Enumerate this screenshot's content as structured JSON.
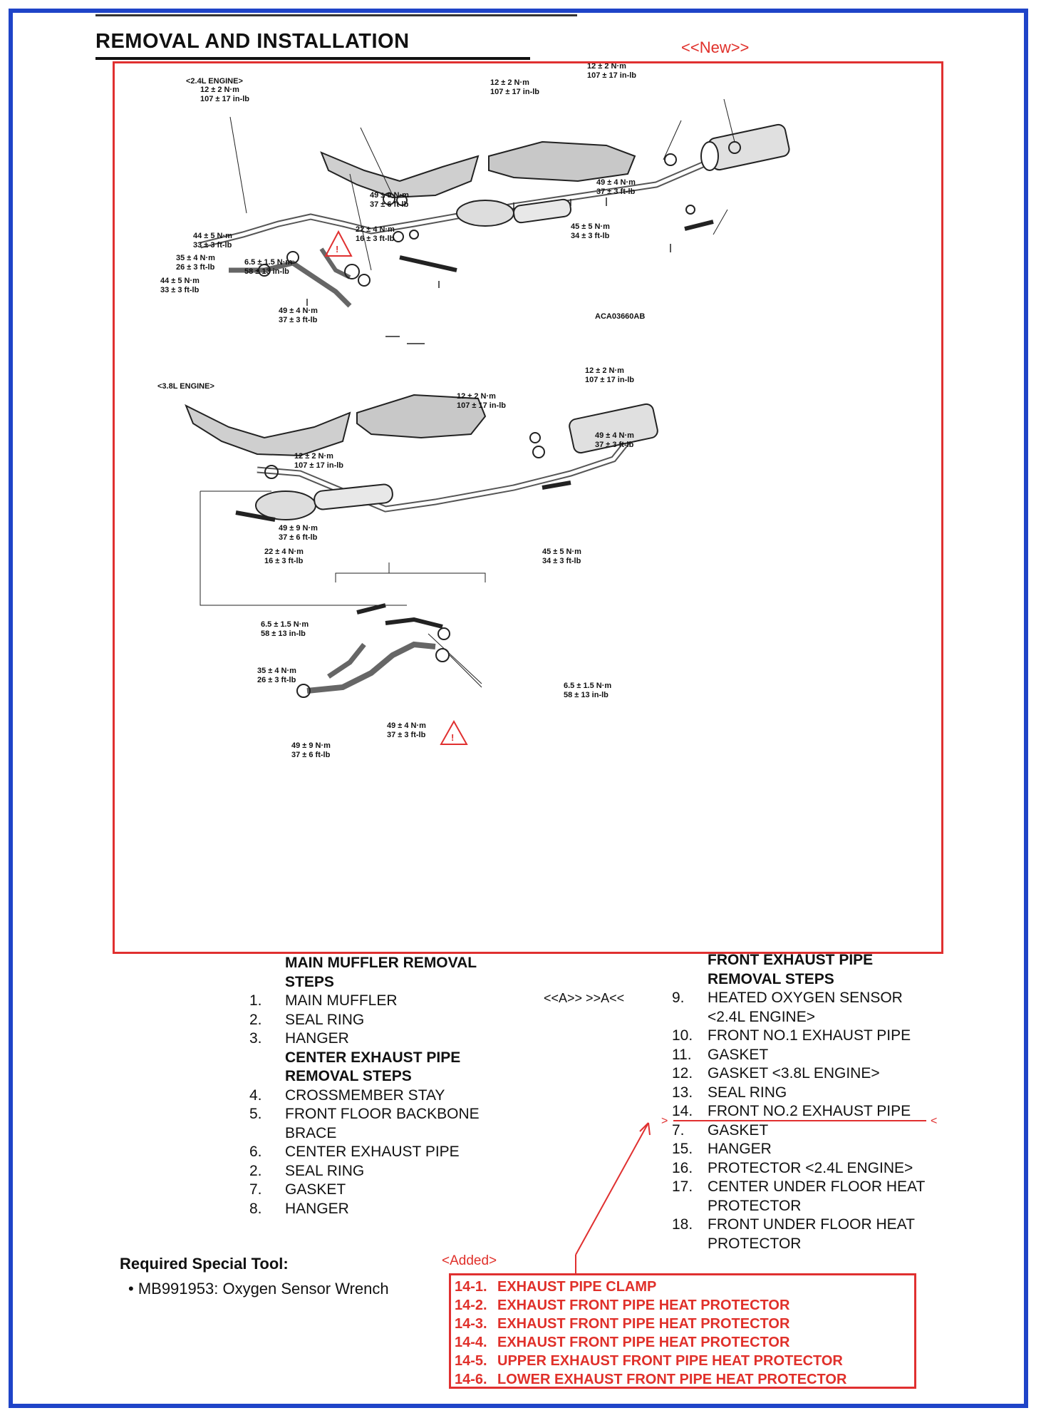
{
  "header": {
    "title": "REMOVAL AND INSTALLATION",
    "new_label": "<<New>>"
  },
  "diagram": {
    "engine_24": "<2.4L ENGINE>",
    "engine_38": "<3.8L ENGINE>",
    "code": "ACA03660AB",
    "torque_12_nm": "12 ± 2 N·m",
    "torque_12_in": "107 ± 17 in-lb",
    "torque_49_nm": "49 ± 4 N·m",
    "torque_49_ft": "37 ± 3 ft-lb",
    "torque_45_nm": "45 ± 5 N·m",
    "torque_45_ft": "34 ± 3 ft-lb",
    "torque_49b_nm": "49 ± 9 N·m",
    "torque_49b_ft": "37 ± 6 ft-lb",
    "torque_22_nm": "22 ± 4 N·m",
    "torque_22_ft": "16 ± 3 ft-lb",
    "torque_44_nm": "44 ± 5 N·m",
    "torque_44_ft": "33 ± 3 ft-lb",
    "torque_35_nm": "35 ± 4 N·m",
    "torque_35_ft": "26 ± 3 ft-lb",
    "torque_65_nm": "6.5 ± 1.5 N·m",
    "torque_65_in": "58 ± 13 in-lb"
  },
  "left_steps": [
    {
      "num": "",
      "text": "MAIN MUFFLER REMOVAL",
      "header": true
    },
    {
      "num": "",
      "text": "STEPS",
      "header": true
    },
    {
      "num": "1.",
      "text": "MAIN MUFFLER"
    },
    {
      "num": "2.",
      "text": "SEAL RING"
    },
    {
      "num": "3.",
      "text": "HANGER"
    },
    {
      "num": "",
      "text": "CENTER EXHAUST PIPE",
      "header": true
    },
    {
      "num": "",
      "text": "REMOVAL STEPS",
      "header": true
    },
    {
      "num": "4.",
      "text": "CROSSMEMBER STAY"
    },
    {
      "num": "5.",
      "text": "FRONT FLOOR BACKBONE"
    },
    {
      "num": "",
      "text": "BRACE"
    },
    {
      "num": "6.",
      "text": "CENTER EXHAUST PIPE"
    },
    {
      "num": "2.",
      "text": "SEAL RING"
    },
    {
      "num": "7.",
      "text": "GASKET"
    },
    {
      "num": "8.",
      "text": "HANGER"
    }
  ],
  "ref_marks": "<<A>>    >>A<<",
  "right_steps": [
    {
      "num": "",
      "text": "FRONT EXHAUST PIPE",
      "header": true
    },
    {
      "num": "",
      "text": "REMOVAL STEPS",
      "header": true
    },
    {
      "num": "9.",
      "text": "HEATED OXYGEN SENSOR"
    },
    {
      "num": "",
      "text": "<2.4L ENGINE>"
    },
    {
      "num": "10.",
      "text": "FRONT NO.1 EXHAUST PIPE"
    },
    {
      "num": "11.",
      "text": "GASKET"
    },
    {
      "num": "12.",
      "text": "GASKET <3.8L ENGINE>"
    },
    {
      "num": "13.",
      "text": "SEAL RING"
    },
    {
      "num": "14.",
      "text": "FRONT NO.2 EXHAUST PIPE"
    },
    {
      "num": "7.",
      "text": "GASKET"
    },
    {
      "num": "15.",
      "text": "HANGER"
    },
    {
      "num": "16.",
      "text": "PROTECTOR <2.4L ENGINE>"
    },
    {
      "num": "17.",
      "text": "CENTER UNDER FLOOR HEAT"
    },
    {
      "num": "",
      "text": "PROTECTOR"
    },
    {
      "num": "18.",
      "text": "FRONT UNDER FLOOR HEAT"
    },
    {
      "num": "",
      "text": "PROTECTOR"
    }
  ],
  "tools": {
    "title": "Required Special Tool:",
    "item": "• MB991953: Oxygen Sensor Wrench"
  },
  "added": {
    "label": "<Added>",
    "items": [
      {
        "num": "14-1.",
        "text": "EXHAUST PIPE CLAMP"
      },
      {
        "num": "14-2.",
        "text": "EXHAUST FRONT PIPE HEAT PROTECTOR"
      },
      {
        "num": "14-3.",
        "text": "EXHAUST FRONT PIPE HEAT PROTECTOR"
      },
      {
        "num": "14-4.",
        "text": "EXHAUST FRONT PIPE HEAT PROTECTOR"
      },
      {
        "num": "14-5.",
        "text": "UPPER EXHAUST FRONT PIPE HEAT PROTECTOR"
      },
      {
        "num": "14-6.",
        "text": "LOWER EXHAUST FRONT PIPE HEAT PROTECTOR"
      }
    ]
  },
  "colors": {
    "frame": "#1f44c8",
    "annotation": "#e03030"
  }
}
